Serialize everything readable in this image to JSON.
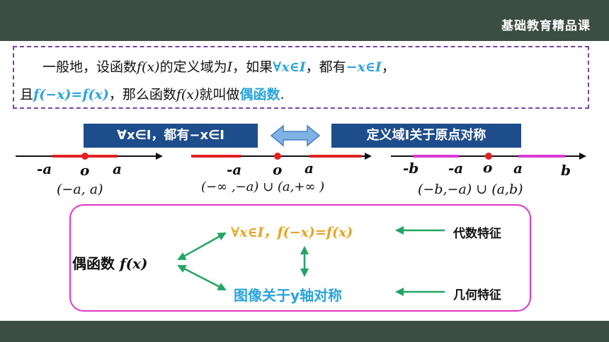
{
  "header": {
    "brand": "基础教育精品课"
  },
  "definition": {
    "l1_a": "一般地，设函数",
    "l1_fx": "f(x)",
    "l1_b": "的定义域为",
    "l1_I": "I",
    "l1_c": "，如果",
    "l1_cond": "∀x∈I",
    "l1_d": "，都有",
    "l1_cond2": "−x∈I",
    "l1_e": "，",
    "l2_a": "且",
    "l2_eq": "f(−x)=f(x)",
    "l2_b": "，那么函数",
    "l2_fx": "f(x)",
    "l2_c": "就叫做",
    "l2_term": "偶函数",
    "l2_d": "."
  },
  "equivalence": {
    "left_label": "∀x∈I，都有−x∈I",
    "right_label": "定义域I关于原点对称"
  },
  "number_lines": {
    "line1": {
      "left": "-a",
      "origin": "o",
      "right": "a",
      "interval": "(−a, a)"
    },
    "line2": {
      "left": "-a",
      "origin": "o",
      "right": "a",
      "interval": "(−∞ ,−a) ∪ (a,+∞ )"
    },
    "line3": {
      "far_left": "-b",
      "left": "-a",
      "origin": "o",
      "right": "a",
      "far_right": "b",
      "interval": "(−b,−a) ∪ (a,b)"
    }
  },
  "mapping": {
    "even_label": "偶函数",
    "even_fx": "f(x)",
    "algebraic_condition": "∀x∈I，f(−x)=f(x)",
    "geometric_condition": "图像关于y轴对称",
    "algebraic_tag": "代数特征",
    "geometric_tag": "几何特征"
  },
  "colors": {
    "bar": "#3c4d43",
    "red_segment": "#e02222",
    "magenta_segment": "#d83ad8",
    "green_arrow": "#22a463",
    "label_box": "#1e4d8b",
    "highlight_blue": "#29a4dc",
    "highlight_orange": "#e8a320"
  }
}
